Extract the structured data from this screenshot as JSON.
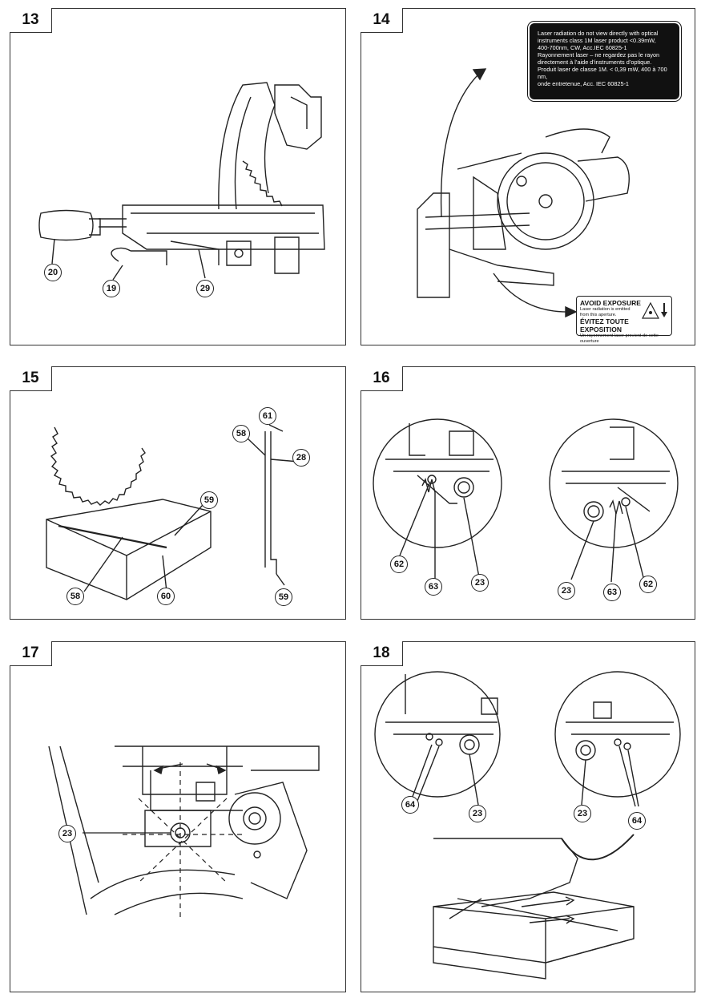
{
  "panels": [
    {
      "number": "13",
      "callouts": [
        "20",
        "19",
        "29"
      ]
    },
    {
      "number": "14"
    },
    {
      "number": "15",
      "callouts": [
        "59",
        "58",
        "60",
        "61",
        "58",
        "28",
        "59"
      ]
    },
    {
      "number": "16",
      "callouts": [
        "62",
        "63",
        "23",
        "23",
        "63",
        "62"
      ]
    },
    {
      "number": "17",
      "callouts": [
        "23"
      ]
    },
    {
      "number": "18",
      "callouts": [
        "64",
        "23",
        "23",
        "64"
      ]
    }
  ],
  "laser_label": {
    "lines": [
      "Laser radiation do not view directly with optical",
      "instruments class 1M laser product <0.39mW,",
      "400-700nm, CW, Acc.IEC 60825-1",
      "Rayonnement laser – ne regardez pas le rayon",
      "directement à l’aide d’instruments d’optique.",
      "Produit laser de classe 1M. < 0,39 mW, 400 à 700 nm,",
      "onde entretenue, Acc. IEC 60825-1"
    ]
  },
  "exposure_label": {
    "title_en": "AVOID EXPOSURE",
    "sub_en_1": "Laser radiation is emitted",
    "sub_en_2": "from this aperture.",
    "title_fr": "ÉVITEZ TOUTE EXPOSITION",
    "sub_fr": "Un rayonnement laser provient de cette ouverture"
  }
}
